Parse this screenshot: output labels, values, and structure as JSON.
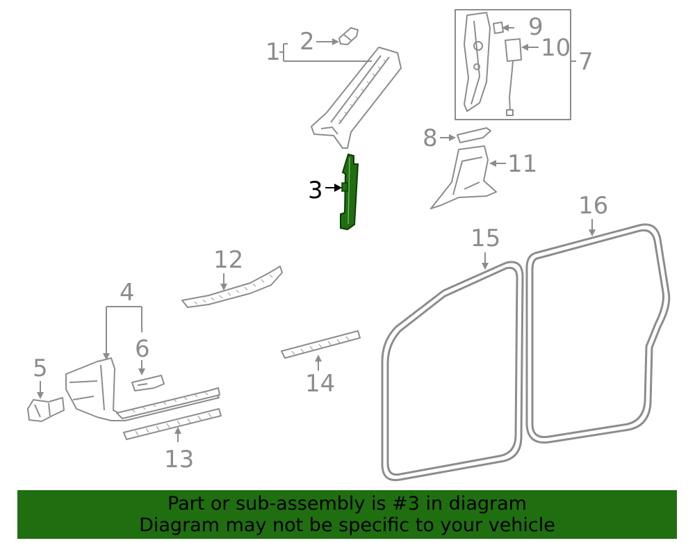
{
  "diagram": {
    "highlight_color": "#1f6f10",
    "part_color": "#8c8c8c",
    "callouts": {
      "c1": "1",
      "c2": "2",
      "c3": "3",
      "c4": "4",
      "c5": "5",
      "c6": "6",
      "c7": "7",
      "c8": "8",
      "c9": "9",
      "c10": "10",
      "c11": "11",
      "c12": "12",
      "c13": "13",
      "c14": "14",
      "c15": "15",
      "c16": "16"
    },
    "selected_callout": "3"
  },
  "banner": {
    "background": "#1f6f10",
    "line1": "Part or sub-assembly is #3 in diagram",
    "line2": "Diagram may not be specific to your vehicle"
  }
}
